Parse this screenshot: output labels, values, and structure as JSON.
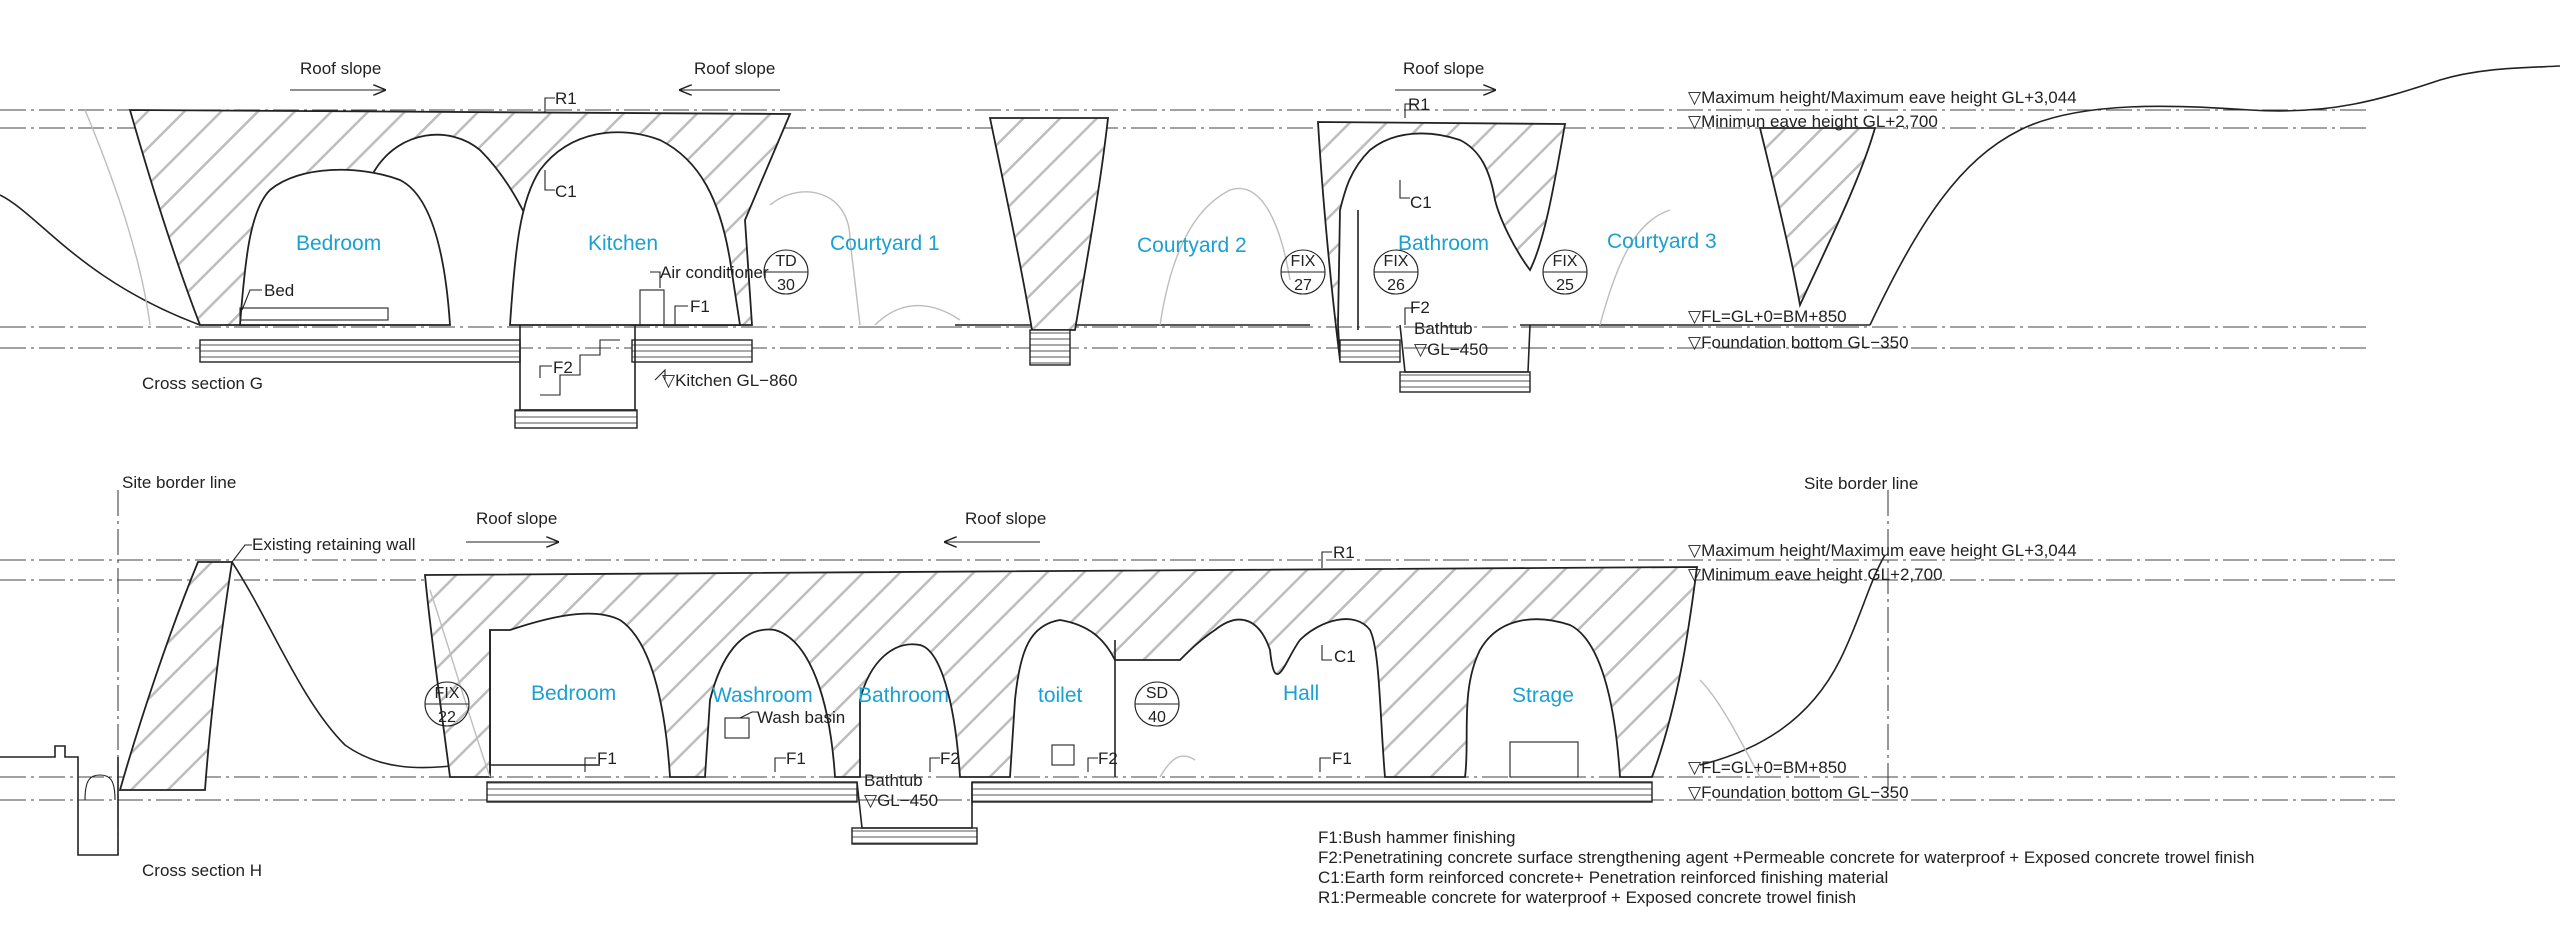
{
  "section_g": {
    "caption": "Cross section G",
    "roof_slope_labels": [
      "Roof slope",
      "Roof slope",
      "Roof slope"
    ],
    "r1_tags": [
      "R1",
      "R1"
    ],
    "c1_tags": [
      "C1",
      "C1"
    ],
    "f1_tag": "F1",
    "f2_tags": [
      "F2",
      "F2"
    ],
    "rooms": {
      "bedroom": "Bedroom",
      "kitchen": "Kitchen",
      "courtyard1": "Courtyard 1",
      "courtyard2": "Courtyard 2",
      "bathroom": "Bathroom",
      "courtyard3": "Courtyard 3"
    },
    "labels": {
      "bed": "Bed",
      "air_conditioner": "Air conditioner",
      "kitchen_gl": "▽Kitchen GL−860",
      "bathtub": "Bathtub",
      "bathtub_gl": "▽GL−450"
    },
    "fixtures": [
      {
        "top": "TD",
        "bottom": "30"
      },
      {
        "top": "FIX",
        "bottom": "27"
      },
      {
        "top": "FIX",
        "bottom": "26"
      },
      {
        "top": "FIX",
        "bottom": "25"
      }
    ],
    "levels": {
      "max_height": "▽Maximum height/Maximum eave height GL+3,044",
      "min_eave": "▽Minimun eave height GL+2,700",
      "fl": "▽FL=GL+0=BM+850",
      "foundation": "▽Foundation bottom GL−350"
    }
  },
  "section_h": {
    "caption": "Cross section H",
    "site_border_labels": [
      "Site border line",
      "Site border line"
    ],
    "existing_wall": "Existing retaining wall",
    "roof_slope_labels": [
      "Roof slope",
      "Roof slope"
    ],
    "r1_tag": "R1",
    "c1_tag": "C1",
    "f1_tags": [
      "F1",
      "F1",
      "F1"
    ],
    "f2_tags": [
      "F2",
      "F2"
    ],
    "rooms": {
      "bedroom": "Bedroom",
      "washroom": "Washroom",
      "bathroom": "Bathroom",
      "toilet": "toilet",
      "hall": "Hall",
      "strage": "Strage"
    },
    "labels": {
      "wash_basin": "Wash basin",
      "bathtub": "Bathtub",
      "bathtub_gl": "▽GL−450"
    },
    "fixtures": [
      {
        "top": "FIX",
        "bottom": "22"
      },
      {
        "top": "SD",
        "bottom": "40"
      }
    ],
    "levels": {
      "max_height": "▽Maximum height/Maximum eave height GL+3,044",
      "min_eave": "▽Minimum eave height GL+2,700",
      "fl": "▽FL=GL+0=BM+850",
      "foundation": "▽Foundation bottom GL−350"
    }
  },
  "legend": [
    "F1:Bush hammer finishing",
    "F2:Penetratining concrete surface strengthening agent +Permeable concrete for waterproof + Exposed concrete trowel finish",
    "C1:Earth form reinforced concrete+ Penetration reinforced finishing material",
    "R1:Permeable concrete for waterproof + Exposed concrete trowel finish"
  ],
  "colors": {
    "room_label": "#1aa1d1",
    "line": "#222222",
    "secondary_line": "#bdbdbd"
  }
}
